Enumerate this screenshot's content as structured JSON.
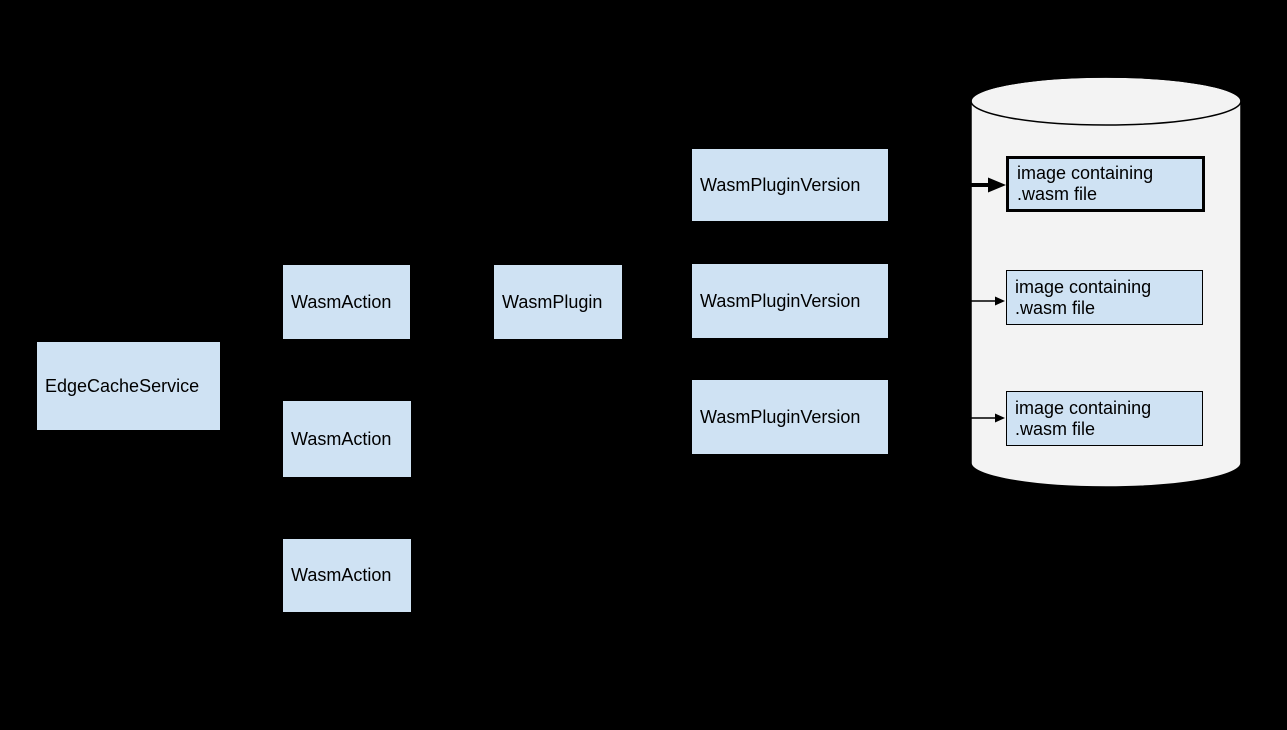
{
  "diagram": {
    "background_color": "#000000",
    "node_fill_color": "#cfe2f3",
    "cylinder_fill_color": "#f3f3f3",
    "line_color": "#000000",
    "text_color": "#000000",
    "nodes": [
      {
        "id": "edge-cache-service",
        "label": "EdgeCacheService"
      },
      {
        "id": "wasm-action-1",
        "label": "WasmAction"
      },
      {
        "id": "wasm-action-2",
        "label": "WasmAction"
      },
      {
        "id": "wasm-action-3",
        "label": "WasmAction"
      },
      {
        "id": "wasm-plugin",
        "label": "WasmPlugin"
      },
      {
        "id": "wasm-plugin-version-1",
        "label": "WasmPluginVersion"
      },
      {
        "id": "wasm-plugin-version-2",
        "label": "WasmPluginVersion"
      },
      {
        "id": "wasm-plugin-version-3",
        "label": "WasmPluginVersion"
      }
    ],
    "registry_images": [
      {
        "label": "image containing .wasm file",
        "emphasized": true
      },
      {
        "label": "image containing .wasm file",
        "emphasized": false
      },
      {
        "label": "image containing .wasm file",
        "emphasized": false
      }
    ]
  }
}
